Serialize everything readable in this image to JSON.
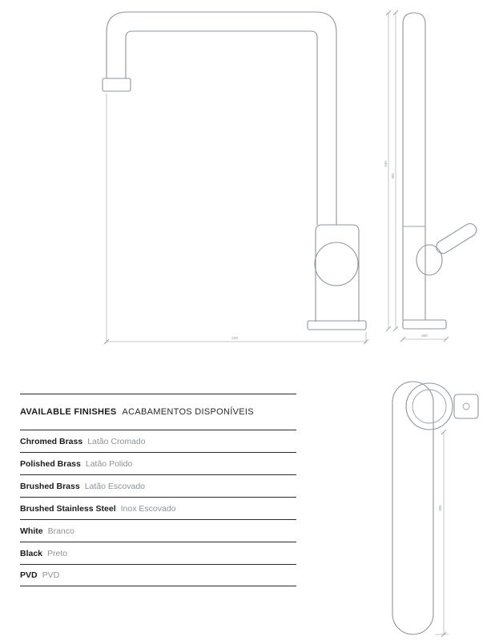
{
  "finishes": {
    "header": {
      "en": "AVAILABLE FINISHES",
      "pt": "ACABAMENTOS DISPONÍVEIS"
    },
    "rows": [
      {
        "en": "Chromed Brass",
        "pt": "Latão Cromado"
      },
      {
        "en": "Polished Brass",
        "pt": "Latão Polido"
      },
      {
        "en": "Brushed Brass",
        "pt": "Latão Escovado"
      },
      {
        "en": "Brushed Stainless Steel",
        "pt": "Inox Escovado"
      },
      {
        "en": "White",
        "pt": "Branco"
      },
      {
        "en": "Black",
        "pt": "Preto"
      },
      {
        "en": "PVD",
        "pt": "PVD"
      }
    ]
  },
  "drawings": {
    "front_view": {
      "width_dim": "228"
    },
    "side_view": {
      "height_dim_outer": "340",
      "height_dim_inner": "302",
      "base_dim": "ø50"
    },
    "top_view": {
      "depth_dim": "305"
    }
  }
}
